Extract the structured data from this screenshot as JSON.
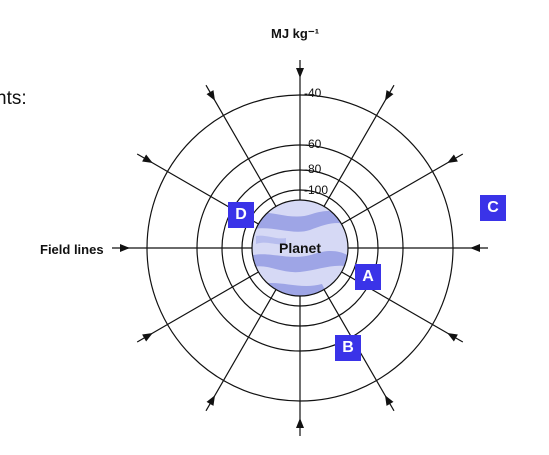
{
  "prompt_fragment": "nts:",
  "unit_label": "MJ kg⁻¹",
  "field_lines_label": "Field lines",
  "planet_label": "Planet",
  "potential_labels": [
    "-40",
    "-60",
    "-80",
    "-100"
  ],
  "points": [
    "A",
    "B",
    "C",
    "D"
  ],
  "colors": {
    "badge": "#3a33e8",
    "planet_light": "#d6d9f5",
    "planet_dark": "#9ea5e6",
    "lines": "#111111"
  }
}
